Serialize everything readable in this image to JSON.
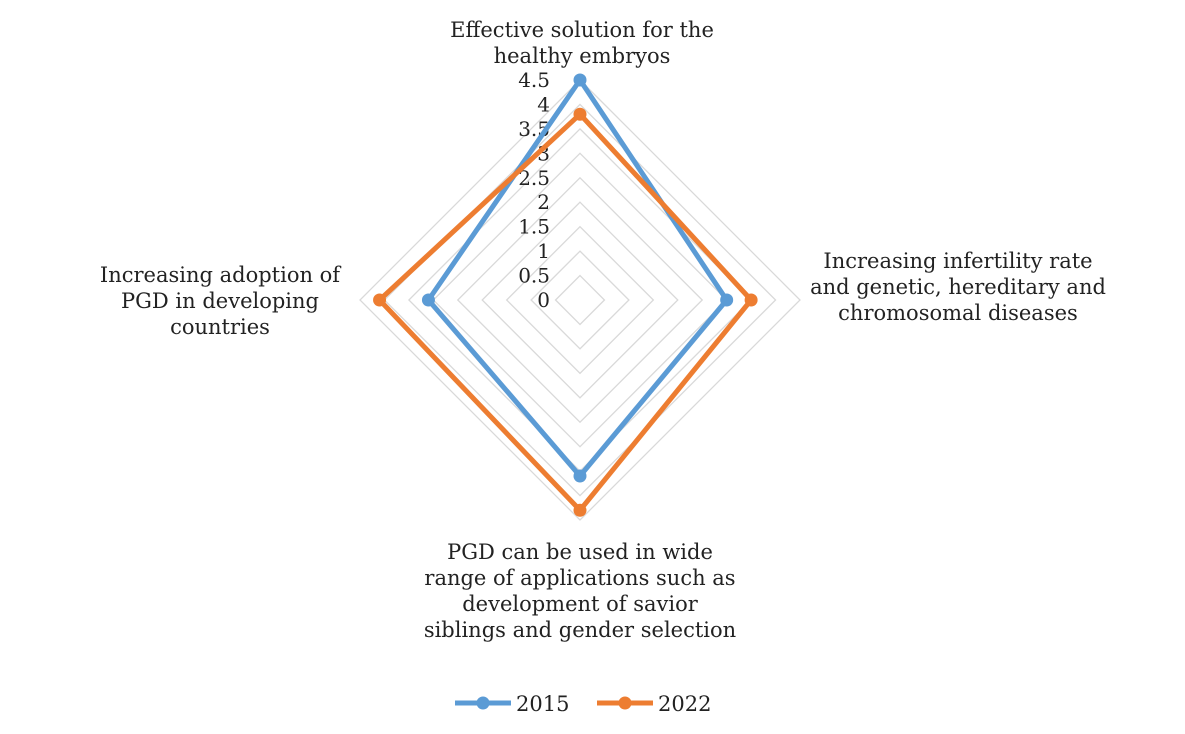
{
  "chart_data": {
    "type": "radar",
    "categories": [
      "Effective solution for the healthy embryos",
      "Increasing infertility rate and genetic, hereditary and chromosomal diseases",
      "PGD can be used in wide range of applications such as development of savior siblings and gender selection",
      "Increasing adoption of PGD in developing countries"
    ],
    "series": [
      {
        "name": "2015",
        "color": "#5b9bd5",
        "values": [
          4.5,
          3.0,
          3.6,
          3.1
        ]
      },
      {
        "name": "2022",
        "color": "#ed7d31",
        "values": [
          3.8,
          3.5,
          4.3,
          4.1
        ]
      }
    ],
    "ticks": [
      "0",
      "0.5",
      "1",
      "1.5",
      "2",
      "2.5",
      "3",
      "3.5",
      "4",
      "4.5"
    ],
    "rlim": [
      0,
      4.5
    ],
    "grid": true,
    "grid_color": "#d9d9d9",
    "legend": "bottom"
  }
}
